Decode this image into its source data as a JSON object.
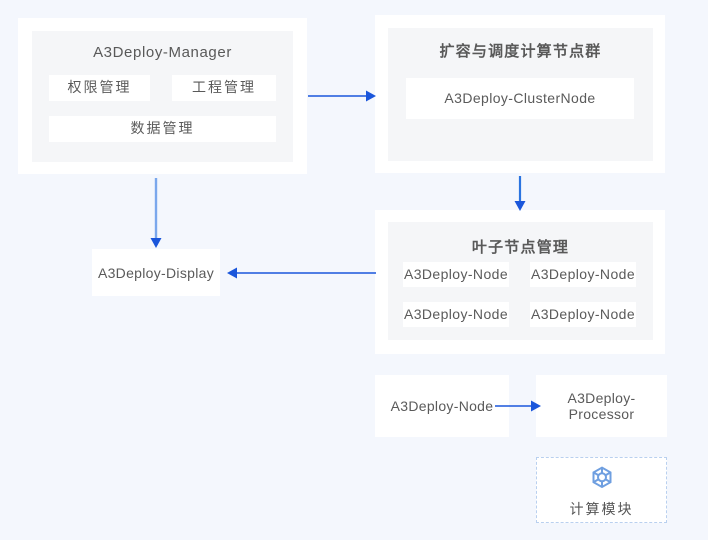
{
  "page": {
    "background_color": "#f4f7fd",
    "accent_color": "#1a56db",
    "arrow_light_color": "#7aa7ec",
    "card_color": "#ffffff",
    "panel_color": "#f5f6f8",
    "text_color": "#5a5a5a"
  },
  "manager_group": {
    "title": "A3Deploy-Manager",
    "chips": [
      {
        "label": "权限管理"
      },
      {
        "label": "工程管理"
      },
      {
        "label": "数据管理"
      }
    ]
  },
  "cluster_group": {
    "title": "扩容与调度计算节点群",
    "chips": [
      {
        "label": "A3Deploy-ClusterNode"
      }
    ]
  },
  "leaf_group": {
    "title": "叶子节点管理",
    "chips": [
      {
        "label": "A3Deploy-Node"
      },
      {
        "label": "A3Deploy-Node"
      },
      {
        "label": "A3Deploy-Node"
      },
      {
        "label": "A3Deploy-Node"
      }
    ]
  },
  "display_box": {
    "label": "A3Deploy-Display"
  },
  "processor_row": {
    "source_label": "A3Deploy-Node",
    "target_label": "A3Deploy-Processor"
  },
  "compute_module": {
    "icon": "hexagon-gear-icon",
    "label": "计算模块"
  },
  "connectors": {
    "manager_to_cluster": "manager-to-cluster-arrow",
    "manager_to_display": "manager-to-display-arrow",
    "cluster_to_leaf": "cluster-to-leaf-arrow",
    "leaf_to_display": "leaf-to-display-arrow",
    "node_to_processor": "node-to-processor-arrow"
  }
}
